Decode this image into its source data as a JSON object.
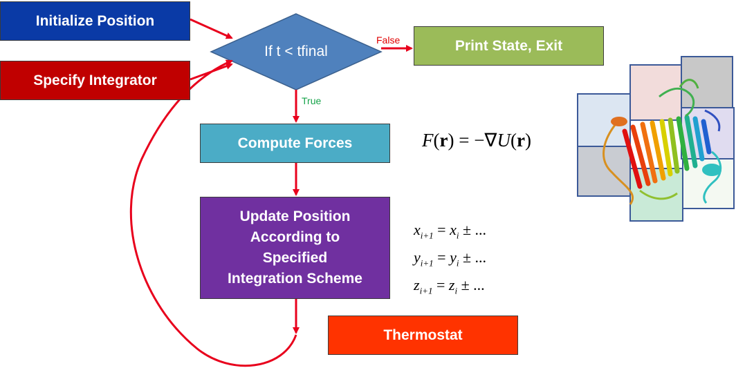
{
  "nodes": {
    "initialize": "Initialize Position",
    "integrator": "Specify Integrator",
    "decision": "If t < tfinal",
    "print_exit": "Print State, Exit",
    "compute_forces": "Compute Forces",
    "update_position": "Update Position\nAccording to\nSpecified\nIntegration Scheme",
    "thermostat": "Thermostat"
  },
  "edges": {
    "false_label": "False",
    "true_label": "True"
  },
  "equations": {
    "force": "F(r) = −∇U(r)",
    "x_update": "x_{i+1} = x_i ± ...",
    "y_update": "y_{i+1} = y_i ± ...",
    "z_update": "z_{i+1} = z_i ± ..."
  },
  "colors": {
    "initialize": "#0a3aa6",
    "integrator": "#c00000",
    "decision": "#4f81bd",
    "print_exit": "#9bbb59",
    "compute_forces": "#4bacc6",
    "update_position": "#7030a0",
    "thermostat": "#ff3300",
    "arrows": "#e8001c"
  },
  "illustration": "protein-structure-ribbon-with-domain-boxes"
}
